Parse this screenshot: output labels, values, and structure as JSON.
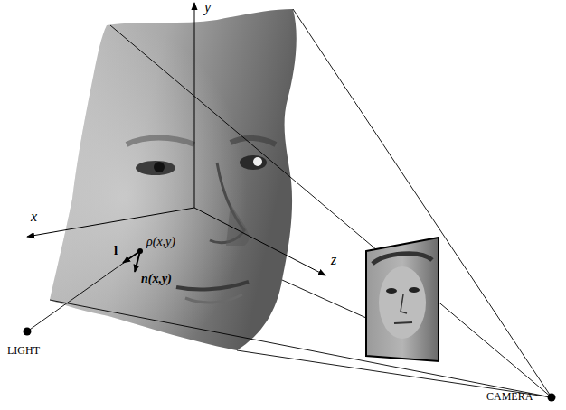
{
  "diagram": {
    "labels": [
      "y",
      "x",
      "ρ(x,y)",
      "l",
      "n(x,y)",
      "z",
      "LIGHT",
      "CAMERA"
    ]
  }
}
